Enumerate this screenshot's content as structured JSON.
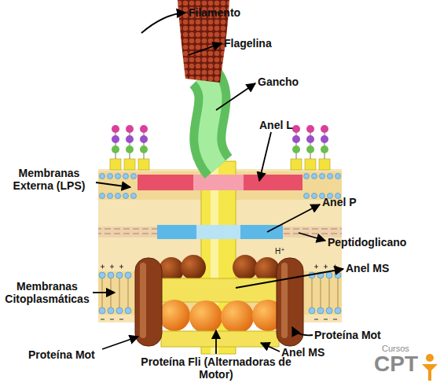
{
  "diagram": {
    "labels": [
      "Filamento",
      "Flagelina",
      "Gancho",
      "Anel L",
      "Membranas Externa (LPS)",
      "Anel P",
      "Peptidoglicano",
      "H⁺",
      "Anel MS",
      "Membranas Citoplasmáticas",
      "Proteína Mot",
      "Proteína Mot",
      "Proteína Fli (Alternadoras de Motor)",
      "Anel MS",
      "Cursos",
      "CPT"
    ]
  }
}
